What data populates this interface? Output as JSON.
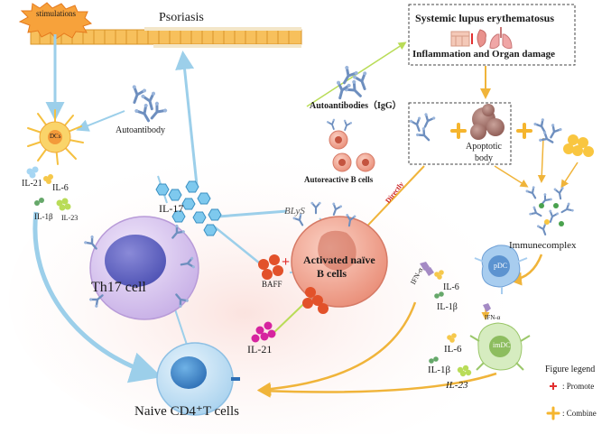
{
  "labels": {
    "stimulations": "stimulations",
    "psoriasis": "Psoriasis",
    "sle_title": "Systemic lupus erythematosus",
    "sle_subtitle": "Inflammation and Organ damage",
    "autoantibodies_igg": "Autoantibodies（IgG）",
    "autoantibody": "Autoantibody",
    "dcs": "DCs",
    "il21_top": "IL-21",
    "il6_top": "IL-6",
    "il1b_top": "IL-1β",
    "il23_top": "IL-23",
    "il17": "IL-17",
    "th17": "Th17 cell",
    "autoreactive_b": "Autoreactive B cells",
    "blys": "BLyS",
    "baff": "BAFF",
    "activated_b_line1": "Activated naïve",
    "activated_b_line2": "B cells",
    "il21_mid": "IL-21",
    "naive_cd4": "Naive CD4⁺T cells",
    "directly": "Directly",
    "apoptotic_body": "Apoptotic body",
    "immunecomplex": "Immunecomplex",
    "ifn_a_left": "IFN-α",
    "ifn_a_mid": "IFN-α",
    "pdc": "pDC",
    "il6_pdc": "IL-6",
    "il1b_pdc": "IL-1β",
    "il6_imdc": "IL-6",
    "il1b_imdc": "IL-1β",
    "il23_imdc": "IL-23",
    "imdc": "imDC",
    "legend_title": "Figure legend",
    "legend_promote": ": Promote",
    "legend_combine": ": Combine",
    "plus_mark": "+"
  },
  "colors": {
    "blue_arrow": "#9ccfea",
    "yellow_arrow": "#f0b43a",
    "green_arrow": "#b9dc58",
    "promote_red": "#e23030",
    "combine_yellow": "#f5b52e",
    "directly_red": "#cc2222",
    "b_cell": "#f2a894",
    "th17": "#dccaf0",
    "naive_t": "#cde6f6",
    "il17_blue": "#7ec9ee"
  },
  "icons": [
    "stimulation-burst-icon",
    "skin-epidermis-icon",
    "skin-tissue-icon",
    "kidney-icon",
    "lungs-icon",
    "antibody-icon",
    "dendritic-cell-icon",
    "cytokine-cluster-icon"
  ]
}
